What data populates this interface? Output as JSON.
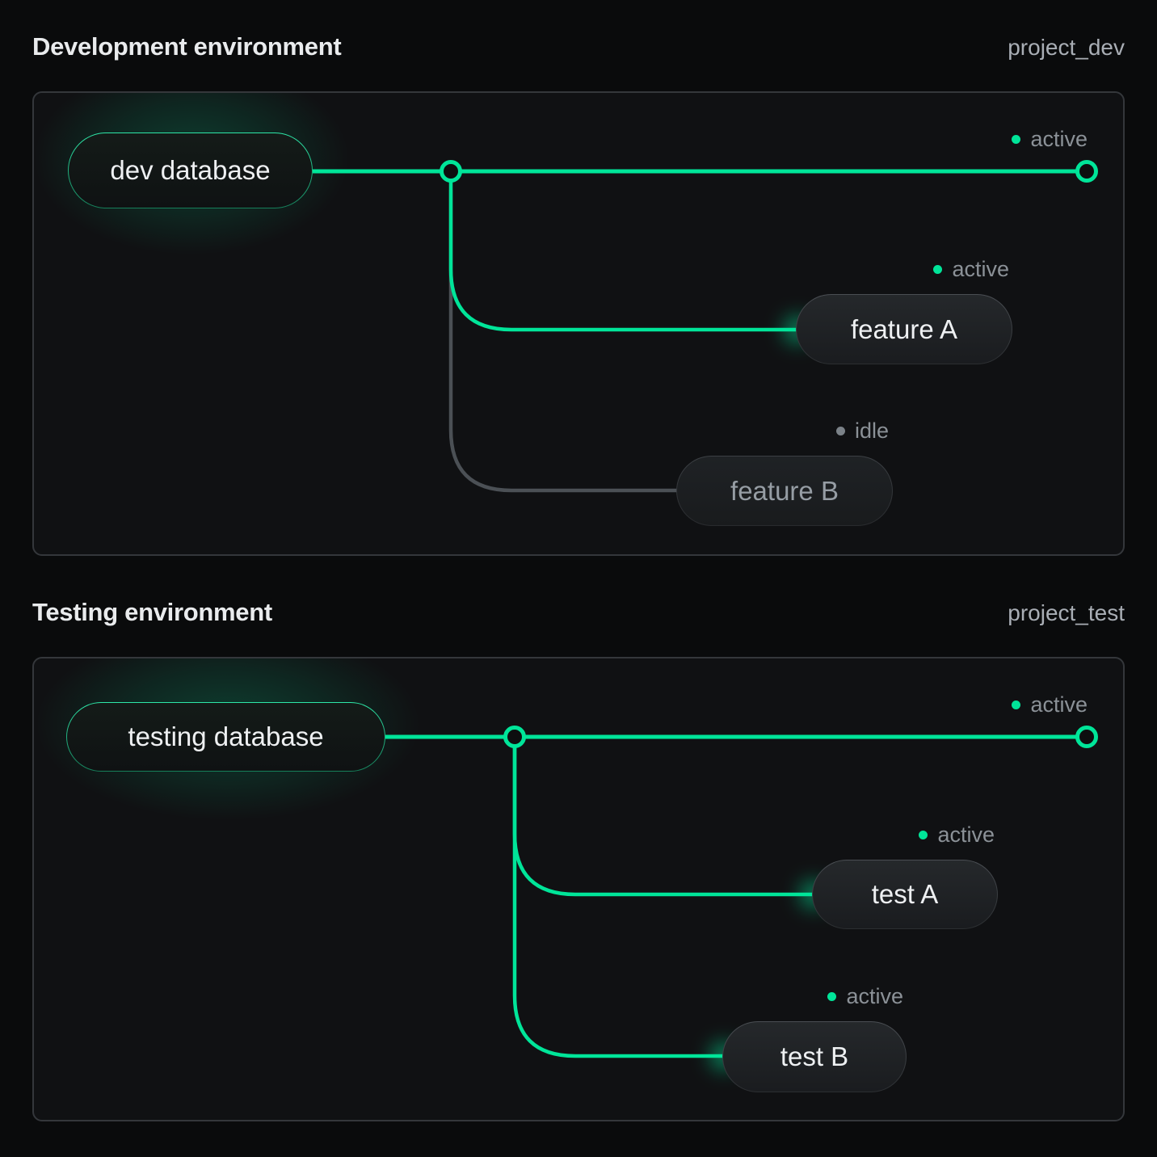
{
  "colors": {
    "accent": "#00e599",
    "idle_line": "#4b5055",
    "idle_dot": "#7b8288",
    "status_text": "#8b9197",
    "project_text": "#a9aeb5",
    "title_text": "#e9ebed",
    "panel_border": "#34373b",
    "background": "#0a0b0c"
  },
  "panels": [
    {
      "title": "Development environment",
      "project": "project_dev",
      "root": {
        "label": "dev database"
      },
      "main_branch": {
        "status": "active"
      },
      "branches": [
        {
          "label": "feature A",
          "status": "active"
        },
        {
          "label": "feature B",
          "status": "idle"
        }
      ]
    },
    {
      "title": "Testing environment",
      "project": "project_test",
      "root": {
        "label": "testing database"
      },
      "main_branch": {
        "status": "active"
      },
      "branches": [
        {
          "label": "test A",
          "status": "active"
        },
        {
          "label": "test B",
          "status": "active"
        }
      ]
    }
  ]
}
